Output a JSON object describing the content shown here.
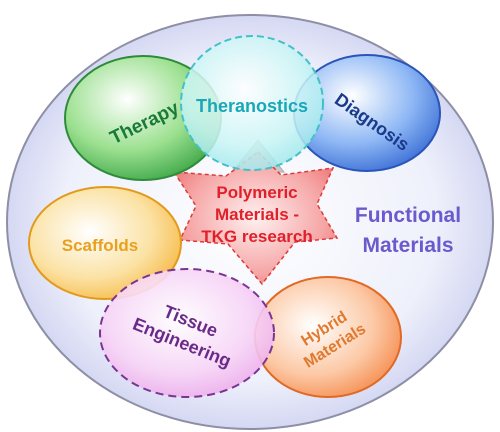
{
  "center": {
    "line1": "Polymeric",
    "line2": "Materials -",
    "line3": "TKG research",
    "color": "#e0202a"
  },
  "outer": {
    "line1": "Functional",
    "line2": "Materials",
    "color": "#6a5acd"
  },
  "nodes": {
    "therapy": {
      "label": "Therapy",
      "color": "#1a7a3a",
      "fill": "#3cb043"
    },
    "theranostics": {
      "label": "Theranostics",
      "color": "#1aa8b8",
      "fill": "#aef0f0"
    },
    "diagnosis": {
      "label": "Diagnosis",
      "color": "#1a3a8a",
      "fill": "#2f6fd8"
    },
    "scaffolds": {
      "label": "Scaffolds",
      "color": "#e8a020",
      "fill": "#f7b733"
    },
    "tissue": {
      "line1": "Tissue",
      "line2": "Engineering",
      "color": "#6a2a8a",
      "fill": "#f2b6f0"
    },
    "hybrid": {
      "line1": "Hybrid",
      "line2": "Materials",
      "color": "#e07a30",
      "fill": "#f58a48"
    }
  }
}
